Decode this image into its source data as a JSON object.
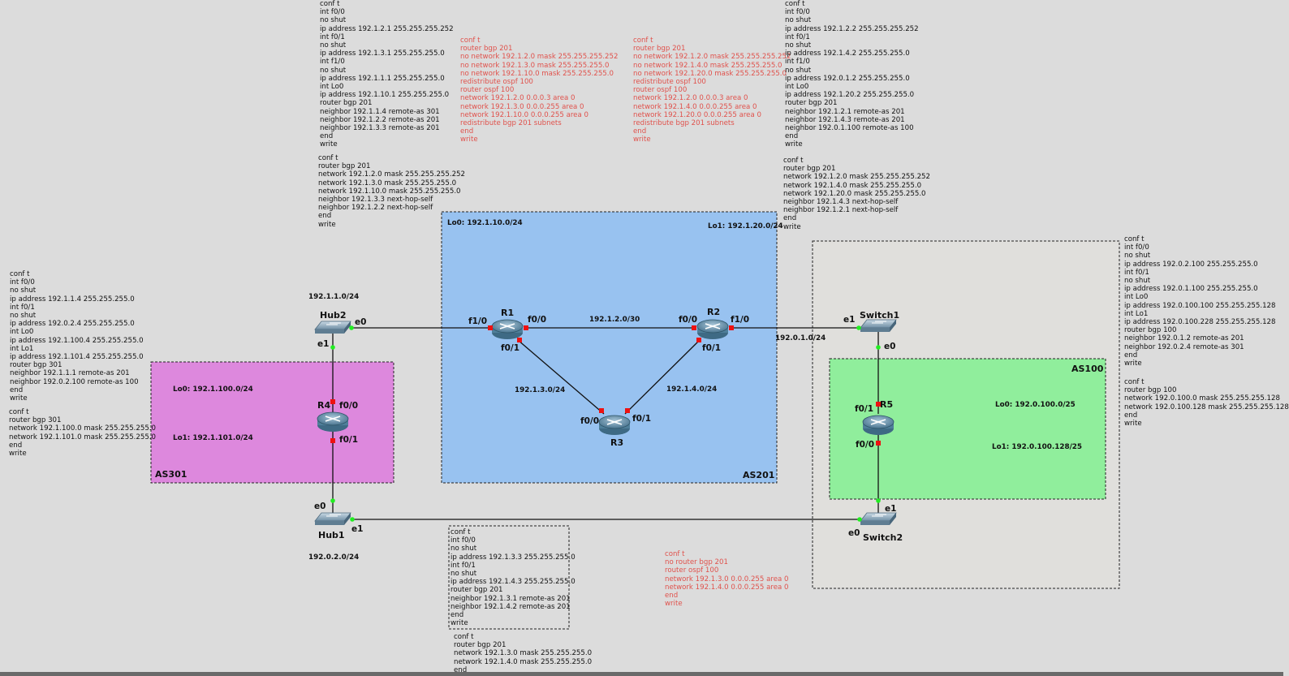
{
  "colors": {
    "background": "#dcdcdc",
    "as201": "#98c2f0",
    "as301": "#dd88dd",
    "as100": "#90ee9c",
    "as100_outer": "#e0dfdc",
    "port_up": "#22ee22",
    "port_router": "#ee1111",
    "red_notes": "#e0524c"
  },
  "areas": {
    "as201": "AS201",
    "as301": "AS301",
    "as100": "AS100"
  },
  "devices": {
    "r1": "R1",
    "r2": "R2",
    "r3": "R3",
    "r4": "R4",
    "r5": "R5",
    "hub1": "Hub1",
    "hub2": "Hub2",
    "switch1": "Switch1",
    "switch2": "Switch2",
    "router_icon": "router-icon",
    "switch_icon": "switch-icon"
  },
  "ports": {
    "r1_f10": "f1/0",
    "r1_f00": "f0/0",
    "r1_f01": "f0/1",
    "r2_f00": "f0/0",
    "r2_f10": "f1/0",
    "r2_f01": "f0/1",
    "r3_f00": "f0/0",
    "r3_f01": "f0/1",
    "r4_f00": "f0/0",
    "r4_f01": "f0/1",
    "r5_f01": "f0/1",
    "r5_f00": "f0/0",
    "hub2_e0": "e0",
    "hub2_e1": "e1",
    "hub1_e0": "e0",
    "hub1_e1": "e1",
    "sw1_e1": "e1",
    "sw1_e0": "e0",
    "sw2_e1": "e1",
    "sw2_e0": "e0"
  },
  "networks": {
    "hub2_net": "192.1.1.0/24",
    "r1_r2": "192.1.2.0/30",
    "r2_sw1": "192.0.1.0/24",
    "r1_r3": "192.1.3.0/24",
    "r2_r3": "192.1.4.0/24",
    "hub1_net": "192.0.2.0/24",
    "r1_lo0": "Lo0: 192.1.10.0/24",
    "r2_lo1": "Lo1: 192.1.20.0/24",
    "r4_lo0": "Lo0: 192.1.100.0/24",
    "r4_lo1": "Lo1: 192.1.101.0/24",
    "r5_lo0": "Lo0: 192.0.100.0/25",
    "r5_lo1": "Lo1: 192.0.100.128/25"
  },
  "notes": {
    "r1_config": "conf t\nint f0/0\nno shut\nip address 192.1.2.1 255.255.255.252\nint f0/1\nno shut\nip address 192.1.3.1 255.255.255.0\nint f1/0\nno shut\nip address 192.1.1.1 255.255.255.0\nint Lo0\nip address 192.1.10.1 255.255.255.0\nrouter bgp 201\nneighbor 192.1.1.4 remote-as 301\nneighbor 192.1.2.2 remote-as 201\nneighbor 192.1.3.3 remote-as 201\nend\nwrite",
    "r1_bgp": "conf t\nrouter bgp 201\nnetwork 192.1.2.0 mask 255.255.255.252\nnetwork 192.1.3.0 mask 255.255.255.0\nnetwork 192.1.10.0 mask 255.255.255.0\nneighbor 192.1.3.3 next-hop-self\nneighbor 192.1.2.2 next-hop-self\nend\nwrite",
    "r1_ospf": "conf t\nrouter bgp 201\nno network 192.1.2.0 mask 255.255.255.252\nno network 192.1.3.0 mask 255.255.255.0\nno network 192.1.10.0 mask 255.255.255.0\nredistribute ospf 100\nrouter ospf 100\nnetwork 192.1.2.0 0.0.0.3 area 0\nnetwork 192.1.3.0 0.0.0.255 area 0\nnetwork 192.1.10.0 0.0.0.255 area 0\nredistribute bgp 201 subnets\nend\nwrite",
    "r2_ospf": "conf t\nrouter bgp 201\nno network 192.1.2.0 mask 255.255.255.252\nno network 192.1.4.0 mask 255.255.255.0\nno network 192.1.20.0 mask 255.255.255.0\nredistribute ospf 100\nrouter ospf 100\nnetwork 192.1.2.0 0.0.0.3 area 0\nnetwork 192.1.4.0 0.0.0.255 area 0\nnetwork 192.1.20.0 0.0.0.255 area 0\nredistribute bgp 201 subnets\nend\nwrite",
    "r2_config": "conf t\nint f0/0\nno shut\nip address 192.1.2.2 255.255.255.252\nint f0/1\nno shut\nip address 192.1.4.2 255.255.255.0\nint f1/0\nno shut\nip address 192.0.1.2 255.255.255.0\nint Lo0\nip address 192.1.20.2 255.255.255.0\nrouter bgp 201\nneighbor 192.1.2.1 remote-as 201\nneighbor 192.1.4.3 remote-as 201\nneighbor 192.0.1.100 remote-as 100\nend\nwrite",
    "r2_bgp": "conf t\nrouter bgp 201\nnetwork 192.1.2.0 mask 255.255.255.252\nnetwork 192.1.4.0 mask 255.255.255.0\nnetwork 192.1.20.0 mask 255.255.255.0\nneighbor 192.1.4.3 next-hop-self\nneighbor 192.1.2.1 next-hop-self\nend\nwrite",
    "r4_config": "conf t\nint f0/0\nno shut\nip address 192.1.1.4 255.255.255.0\nint f0/1\nno shut\nip address 192.0.2.4 255.255.255.0\nint Lo0\nip address 192.1.100.4 255.255.255.0\nint Lo1\nip address 192.1.101.4 255.255.255.0\nrouter bgp 301\nneighbor 192.1.1.1 remote-as 201\nneighbor 192.0.2.100 remote-as 100\nend\nwrite",
    "r4_bgp": "conf t\nrouter bgp 301\nnetwork 192.1.100.0 mask 255.255.255.0\nnetwork 192.1.101.0 mask 255.255.255.0\nend\nwrite",
    "r5_config": "conf t\nint f0/0\nno shut\nip address 192.0.2.100 255.255.255.0\nint f0/1\nno shut\nip address 192.0.1.100 255.255.255.0\nint Lo0\nip address 192.0.100.100 255.255.255.128\nint Lo1\nip address 192.0.100.228 255.255.255.128\nrouter bgp 100\nneighbor 192.0.1.2 remote-as 201\nneighbor 192.0.2.4 remote-as 301\nend\nwrite",
    "r5_bgp": "conf t\nrouter bgp 100\nnetwork 192.0.100.0 mask 255.255.255.128\nnetwork 192.0.100.128 mask 255.255.255.128\nend\nwrite",
    "r3_config": "conf t\nint f0/0\nno shut\nip address 192.1.3.3 255.255.255.0\nint f0/1\nno shut\nip address 192.1.4.3 255.255.255.0\nrouter bgp 201\nneighbor 192.1.3.1 remote-as 201\nneighbor 192.1.4.2 remote-as 201\nend\nwrite",
    "r3_bgp": "conf t\nrouter bgp 201\nnetwork 192.1.3.0 mask 255.255.255.0\nnetwork 192.1.4.0 mask 255.255.255.0\nend",
    "r3_ospf": "conf t\nno router bgp 201\nrouter ospf 100\nnetwork 192.1.3.0 0.0.0.255 area 0\nnetwork 192.1.4.0 0.0.0.255 area 0\nend\nwrite"
  }
}
